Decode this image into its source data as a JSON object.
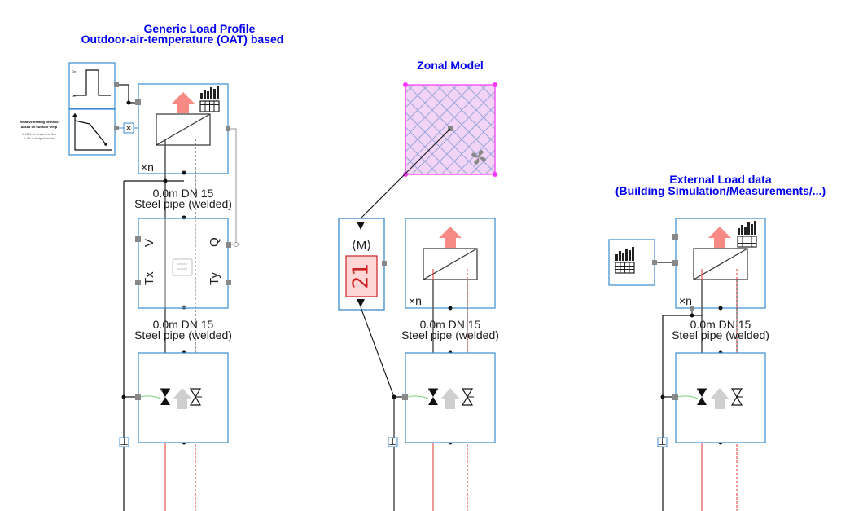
{
  "titles": {
    "generic_line1": "Generic Load Profile",
    "generic_line2": "Outdoor-air-temperature (OAT) based",
    "zonal": "Zonal Model",
    "external_line1": "External Load data",
    "external_line2": "(Building Simulation/Measurements/...)"
  },
  "pipes": {
    "gen1_line1": "0.0m DN 15",
    "gen1_line2": "Steel pipe (welded)",
    "gen2_line1": "0.0m DN 15",
    "gen2_line2": "Steel pipe (welded)",
    "zon_line1": "0.0m DN 15",
    "zon_line2": "Steel pipe (welded)",
    "ext_line1": "0.0m DN 15",
    "ext_line2": "Steel pipe (welded)"
  },
  "labels": {
    "xn": "×n",
    "port_v": "V",
    "port_tx": "Tx",
    "port_q": "Q",
    "port_ty": "Ty",
    "heating_line1": "Relative heating demand",
    "heating_line2": "based on outdoor temp",
    "legend_1": "1: 100% of design heat flow",
    "legend_2": "0: 0% of design heat flow",
    "schedule_on": "On",
    "schedule_off": "Off",
    "zonal_value": "21",
    "zonal_mode": "⟨M⟩",
    "multiply": "×",
    "marker": "⊥"
  },
  "colors": {
    "title": "#0000ee",
    "block_border": "#3a8bd0",
    "supply_line": "#e03030",
    "return_line": "#555555",
    "zone_border": "#ff33ff",
    "arrow_pink": "#f88a86",
    "arrow_grey": "#c8c8c8"
  }
}
